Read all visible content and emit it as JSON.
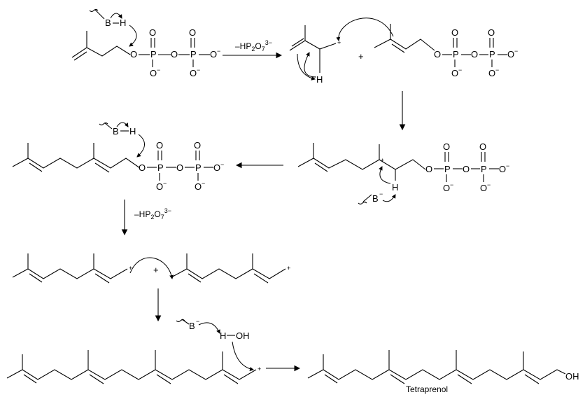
{
  "atoms": {
    "O": "O",
    "P": "P",
    "B": "B",
    "H": "H",
    "OH": "OH",
    "O_minus": "O",
    "charge_minus": "−",
    "charge_plus": "+"
  },
  "reagent": {
    "prefix": "–HP",
    "sub2": "2",
    "O": "O",
    "sub7": "7",
    "sup": "3−"
  },
  "plus_sign": "+",
  "product_label": "Tetraprenol"
}
